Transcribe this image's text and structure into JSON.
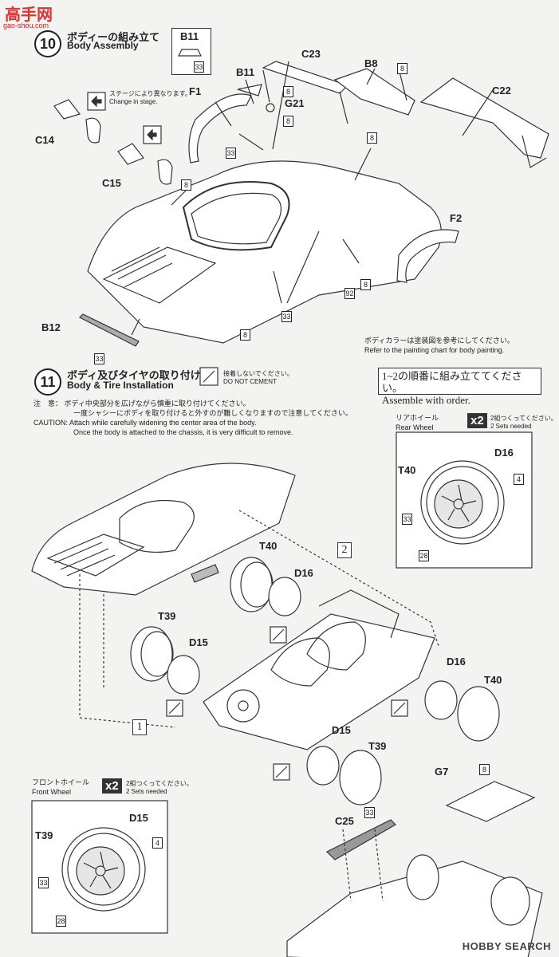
{
  "watermark_top": "高手网",
  "watermark_top_url": "gao-shou.com",
  "step10": {
    "number": "10",
    "title_jp": "ボディーの組み立て",
    "title_en": "Body Assembly",
    "stage_note_jp": "ステージにより異なります。",
    "stage_note_en": "Change in stage.",
    "parts": [
      "B11",
      "C23",
      "B8",
      "C22",
      "B11",
      "F1",
      "G21",
      "C14",
      "C15",
      "F2",
      "B12"
    ],
    "paint_note_jp": "ボディカラーは塗装図を参考にしてください。",
    "paint_note_en": "Refer to the painting chart for body painting."
  },
  "step11": {
    "number": "11",
    "title_jp": "ボディ及びタイヤの取り付け",
    "title_en": "Body & Tire Installation",
    "no_cement_jp": "接着しないでください。",
    "no_cement_en": "DO NOT CEMENT",
    "caution_jp_label": "注　意：",
    "caution_jp_1": "ボディ中央部分を広げながら慎重に取り付けてください。",
    "caution_jp_2": "一度シャシーにボディを取り付けると外すのが難しくなりますので注意してください。",
    "caution_en_label": "CAUTION:",
    "caution_en_1": "Attach while carefully widening the center area of the body.",
    "caution_en_2": "Once the body is attached to the chassis, it is very difficult to remove.",
    "order_jp": "1~2の順番に組み立ててください。",
    "order_en": "Assemble with order.",
    "rear_wheel_jp": "リアホイール",
    "rear_wheel_en": "Rear Wheel",
    "front_wheel_jp": "フロントホイール",
    "front_wheel_en": "Front Wheel",
    "x2": "x2",
    "sets_jp": "2組つくってください。",
    "sets_en": "2 Sets needed",
    "seq1": "1",
    "seq2": "2"
  },
  "part_numbers": [
    "33",
    "8",
    "92",
    "28",
    "4"
  ],
  "tire_labels": [
    "T40",
    "D16",
    "T39",
    "D15",
    "G7",
    "C25"
  ],
  "watermark_bottom": "HOBBY SEARCH"
}
